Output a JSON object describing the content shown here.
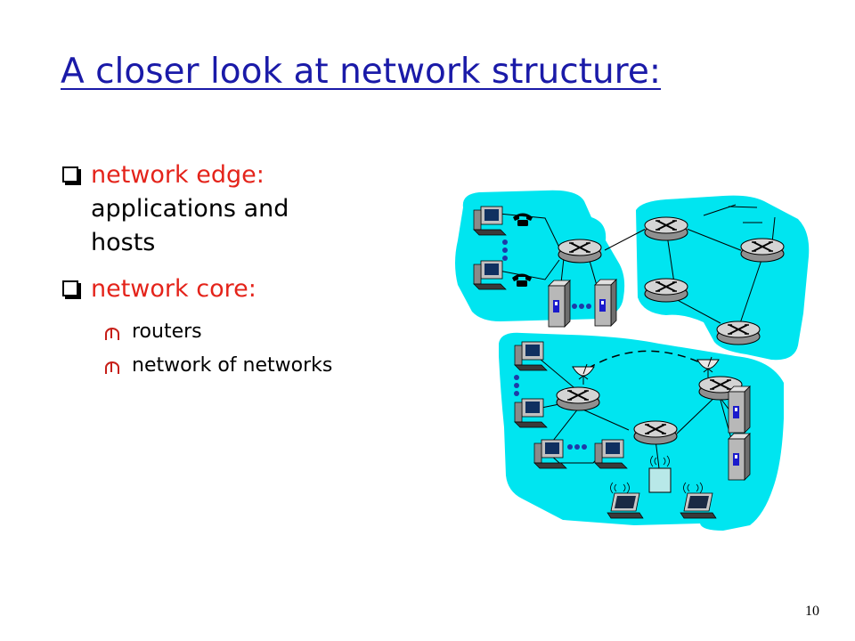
{
  "title": "A closer look at network structure:",
  "bullets": [
    {
      "label": "network edge:",
      "text": "applications and hosts"
    },
    {
      "label": "network core:",
      "text": ""
    }
  ],
  "sub_bullets": [
    "routers",
    "network of networks"
  ],
  "page_number": "10",
  "colors": {
    "title": "#1a1aa8",
    "highlight": "#e4231a",
    "network_region": "#00e5f0",
    "router": "#d4d4d4",
    "server": "#b8b8b8"
  },
  "icons": [
    "router-icon",
    "server-icon",
    "desktop-computer-icon",
    "telephone-icon",
    "laptop-icon",
    "satellite-dish-icon",
    "wireless-access-point-icon"
  ]
}
